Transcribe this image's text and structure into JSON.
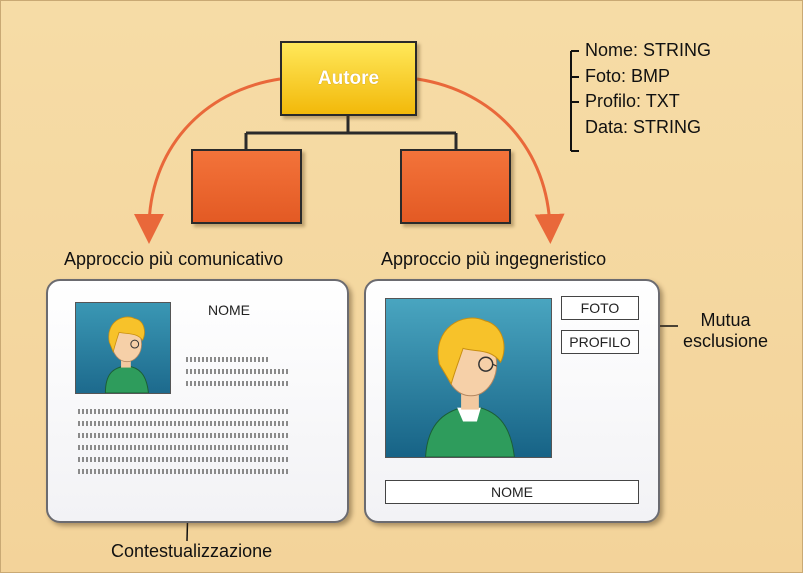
{
  "diagram": {
    "root_label": "Autore",
    "attributes": [
      "Nome: STRING",
      "Foto: BMP",
      "Profilo: TXT",
      "Data: STRING"
    ],
    "left_caption": "Approccio più comunicativo",
    "right_caption": "Approccio più ingegneristico",
    "left_panel": {
      "nome_label": "NOME"
    },
    "right_panel": {
      "foto_label": "FOTO",
      "profilo_label": "PROFILO",
      "nome_label": "NOME"
    },
    "mutua_line1": "Mutua",
    "mutua_line2": "esclusione",
    "context_label": "Contestualizzazione"
  },
  "colors": {
    "background": "#f4d69e",
    "root_box": "#f6c51e",
    "child_boxes": "#e8622b",
    "arrows": "#e9683a"
  },
  "icons": [
    "person-portrait-icon"
  ]
}
